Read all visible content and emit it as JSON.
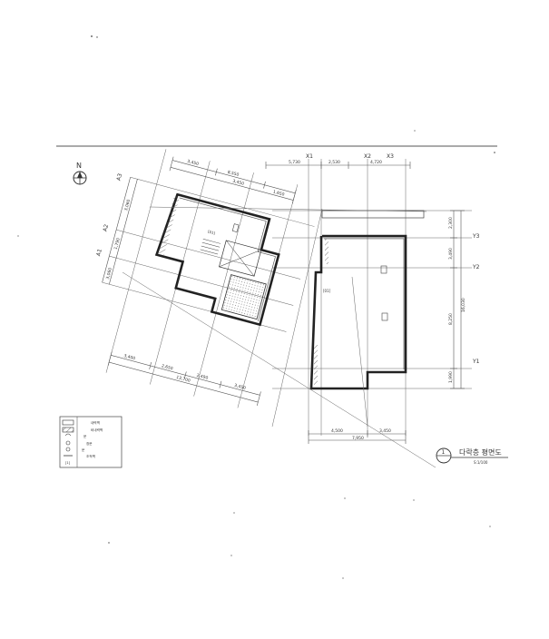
{
  "north_label": "N",
  "grid_labels": {
    "x1": "X1",
    "x2": "X2",
    "x3": "X3",
    "y1": "Y1",
    "y2": "Y2",
    "y3": "Y3",
    "a1": "A1",
    "a2": "A2",
    "a3": "A3"
  },
  "top_dims": [
    "5,730",
    "2,530",
    "4,720"
  ],
  "right_dims": [
    "2,300",
    "3,490",
    "8,250",
    "1,990"
  ],
  "right_total": "16,030",
  "bottom_dims": [
    "4,500",
    "3,450"
  ],
  "bottom_total": "7,950",
  "rot_top_dims": [
    "3,450",
    "3,450",
    "1,650"
  ],
  "rot_top_total": "8,550",
  "rot_bottom_dims": [
    "3,400",
    "2,650",
    "2,490",
    "3,450"
  ],
  "rot_bottom_total": "13,700",
  "rot_left_dims": [
    "3,060",
    "1,790",
    "3,060"
  ],
  "room_labels": [
    "[01]",
    "[01]"
  ],
  "title_number": "1",
  "title_text": "다락층 평면도",
  "title_scale": "S:1/100",
  "legend_items": [
    "내력벽",
    "비내력벽",
    "문",
    "창문",
    "문",
    "조적벽",
    "[1]"
  ]
}
